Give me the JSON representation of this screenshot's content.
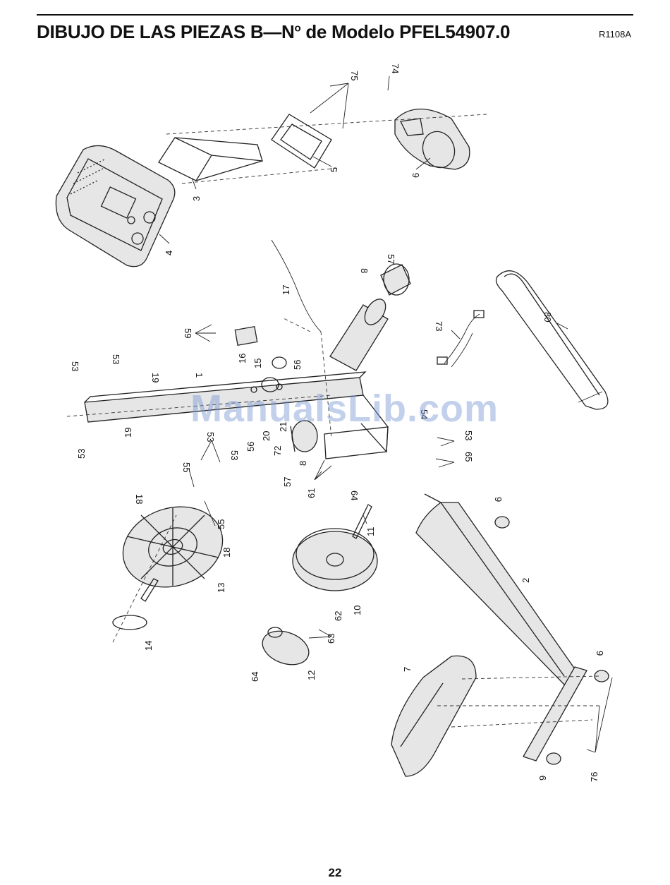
{
  "header": {
    "title_main": "DIBUJO DE LAS PIEZAS B—N",
    "title_sup": "o",
    "title_rest": " de Modelo PFEL54907.0",
    "drawing_code": "R1108A"
  },
  "watermark": "ManualsLib.com",
  "page_number": "22",
  "diagram": {
    "part_labels": [
      {
        "id": "p75",
        "text": "75"
      },
      {
        "id": "p74",
        "text": "74"
      },
      {
        "id": "p5",
        "text": "5"
      },
      {
        "id": "p6",
        "text": "6"
      },
      {
        "id": "p3",
        "text": "3"
      },
      {
        "id": "p4",
        "text": "4"
      },
      {
        "id": "p57a",
        "text": "57"
      },
      {
        "id": "p8a",
        "text": "8"
      },
      {
        "id": "p17",
        "text": "17"
      },
      {
        "id": "p73",
        "text": "73"
      },
      {
        "id": "p80",
        "text": "80"
      },
      {
        "id": "p59",
        "text": "59"
      },
      {
        "id": "p16",
        "text": "16"
      },
      {
        "id": "p15",
        "text": "15"
      },
      {
        "id": "p56a",
        "text": "56"
      },
      {
        "id": "p53a",
        "text": "53"
      },
      {
        "id": "p53b",
        "text": "53"
      },
      {
        "id": "p19a",
        "text": "19"
      },
      {
        "id": "p1",
        "text": "1"
      },
      {
        "id": "p53c",
        "text": "53"
      },
      {
        "id": "p19b",
        "text": "19"
      },
      {
        "id": "p54",
        "text": "54"
      },
      {
        "id": "p53d",
        "text": "53"
      },
      {
        "id": "p65",
        "text": "65"
      },
      {
        "id": "p21",
        "text": "21"
      },
      {
        "id": "p20",
        "text": "20"
      },
      {
        "id": "p56b",
        "text": "56"
      },
      {
        "id": "p72",
        "text": "72"
      },
      {
        "id": "p8b",
        "text": "8"
      },
      {
        "id": "p57b",
        "text": "57"
      },
      {
        "id": "p61",
        "text": "61"
      },
      {
        "id": "p53e",
        "text": "53"
      },
      {
        "id": "p53f",
        "text": "53"
      },
      {
        "id": "p55a",
        "text": "55"
      },
      {
        "id": "p55b",
        "text": "55"
      },
      {
        "id": "p18a",
        "text": "18"
      },
      {
        "id": "p18b",
        "text": "18"
      },
      {
        "id": "p13",
        "text": "13"
      },
      {
        "id": "p14",
        "text": "14"
      },
      {
        "id": "p64a",
        "text": "64"
      },
      {
        "id": "p11",
        "text": "11"
      },
      {
        "id": "p9a",
        "text": "9"
      },
      {
        "id": "p2",
        "text": "2"
      },
      {
        "id": "p10",
        "text": "10"
      },
      {
        "id": "p62",
        "text": "62"
      },
      {
        "id": "p63",
        "text": "63"
      },
      {
        "id": "p12",
        "text": "12"
      },
      {
        "id": "p64b",
        "text": "64"
      },
      {
        "id": "p7",
        "text": "7"
      },
      {
        "id": "p9b",
        "text": "9"
      },
      {
        "id": "p9c",
        "text": "9"
      },
      {
        "id": "p76",
        "text": "76"
      }
    ]
  }
}
